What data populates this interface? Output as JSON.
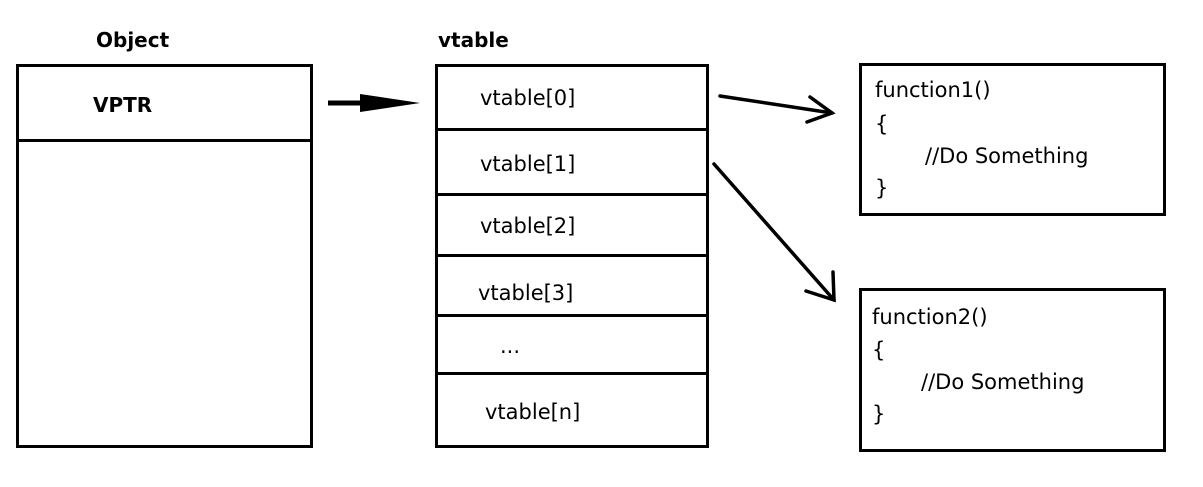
{
  "object": {
    "title": "Object",
    "vptr_label": "VPTR"
  },
  "vtable": {
    "title": "vtable",
    "entries": [
      "vtable[0]",
      "vtable[1]",
      "vtable[2]",
      "vtable[3]",
      "...",
      "vtable[n]"
    ]
  },
  "functions": [
    {
      "signature": "function1()",
      "open_brace": "{",
      "body": "//Do Something",
      "close_brace": "}"
    },
    {
      "signature": "function2()",
      "open_brace": "{",
      "body": "//Do Something",
      "close_brace": "}"
    }
  ]
}
